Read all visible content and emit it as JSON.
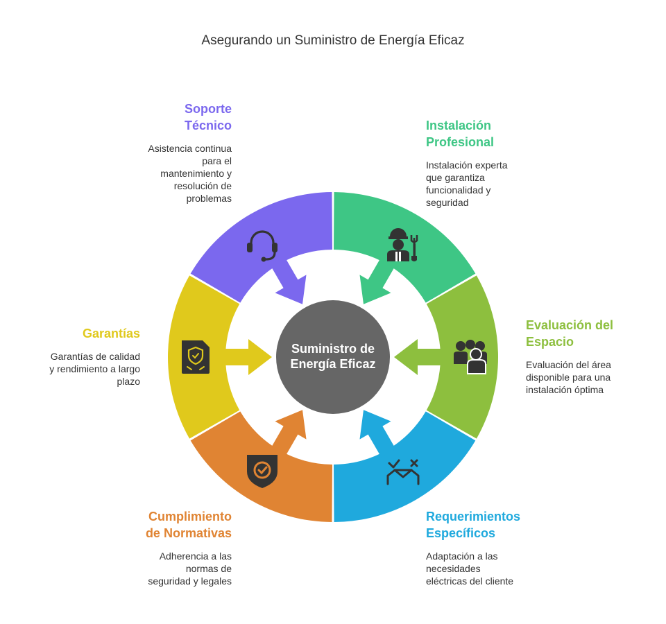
{
  "title": "Asegurando un Suministro de Energía Eficaz",
  "center": {
    "line1": "Suministro de",
    "line2": "Energía Eficaz"
  },
  "colors": {
    "purple": "#7B68EE",
    "green": "#3EC685",
    "olive": "#8DBF3E",
    "blue": "#1FA9DD",
    "orange": "#E08433",
    "yellow": "#E0C91C",
    "center": "#666666",
    "icon": "#333333"
  },
  "segments": [
    {
      "icon": "headset-icon",
      "heading1": "Soporte",
      "heading2": "Técnico",
      "desc": [
        "Asistencia continua",
        "para el",
        "mantenimiento y",
        "resolución de",
        "problemas"
      ]
    },
    {
      "icon": "worker-wrench-icon",
      "heading1": "Instalación",
      "heading2": "Profesional",
      "desc": [
        "Instalación experta",
        "que garantiza",
        "funcionalidad y",
        "seguridad"
      ]
    },
    {
      "icon": "people-group-icon",
      "heading1": "Evaluación del",
      "heading2": "Espacio",
      "desc": [
        "Evaluación del área",
        "disponible para una",
        "instalación óptima"
      ]
    },
    {
      "icon": "check-cross-icon",
      "heading1": "Requerimientos",
      "heading2": "Específicos",
      "desc": [
        "Adaptación a las",
        "necesidades",
        "eléctricas del cliente"
      ]
    },
    {
      "icon": "shield-check-icon",
      "heading1": "Cumplimiento",
      "heading2": "de Normativas",
      "desc": [
        "Adherencia a las",
        "normas de",
        "seguridad y legales"
      ]
    },
    {
      "icon": "warranty-certificate-icon",
      "heading1": "Garantías",
      "heading2": "",
      "desc": [
        "Garantías de calidad",
        "y rendimiento a largo",
        "plazo"
      ]
    }
  ]
}
